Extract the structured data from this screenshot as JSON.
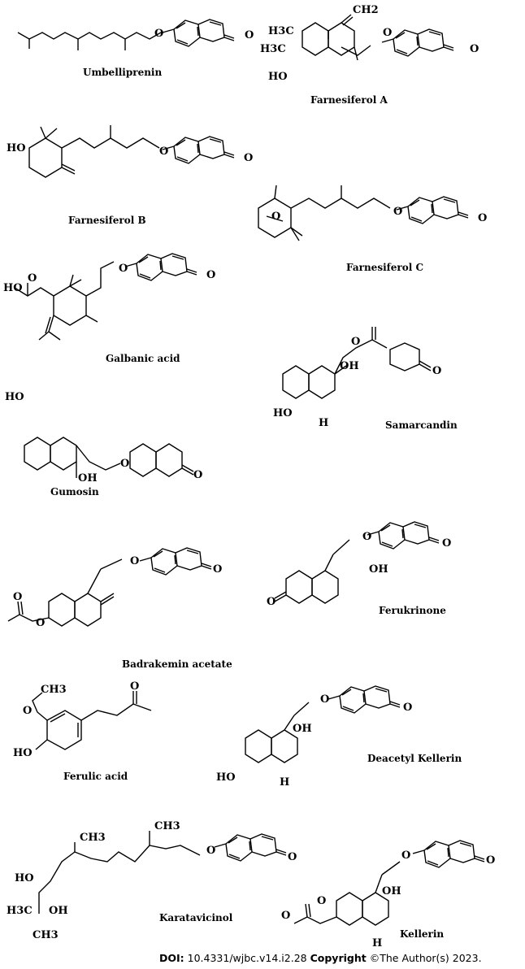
{
  "compounds": [
    {
      "name": "Umbelliprenin"
    },
    {
      "name": "Farnesiferol A"
    },
    {
      "name": "Farnesiferol B"
    },
    {
      "name": "Farnesiferol C"
    },
    {
      "name": "Galbanic acid"
    },
    {
      "name": "Samarcandin"
    },
    {
      "name": "Gumosin"
    },
    {
      "name": "Ferukrinone"
    },
    {
      "name": "Badrakemin acetate"
    },
    {
      "name": "Ferulic acid"
    },
    {
      "name": "Deacetyl Kellerin"
    },
    {
      "name": "Karatavicinol"
    },
    {
      "name": "Kellerin"
    }
  ],
  "atom_labels": {
    "O": "O",
    "OH": "OH",
    "HO": "HO",
    "H": "H",
    "H3C": "H3C",
    "CH2": "CH2",
    "CH3": "CH3"
  },
  "footer": {
    "doi_label": "DOI:",
    "doi_value": "10.4331/wjbc.v14.i2.28",
    "copyright_label": "Copyright",
    "copyright_text": "©The Author(s) 2023."
  }
}
